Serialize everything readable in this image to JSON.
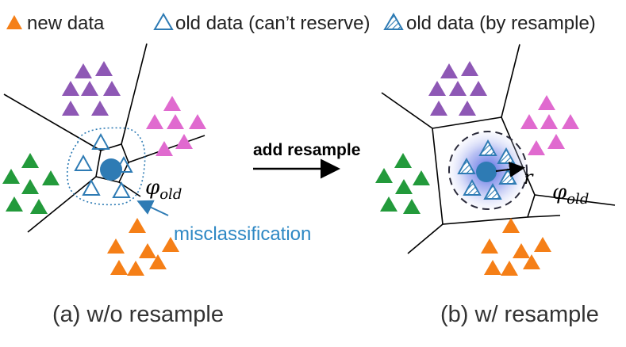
{
  "legend": {
    "new": "new data",
    "old": "old data (can’t reserve)",
    "resampled": "old data (by resample)"
  },
  "arrow_label": "add resample",
  "misclassification_label": "misclassification",
  "phi_label": "φ",
  "phi_subscript": "old",
  "radius_label": "r",
  "captions": {
    "a": "(a) w/o resample",
    "b": "(b) w/ resample"
  },
  "colors": {
    "orange": "#F57F17",
    "purple": "#8E58B5",
    "pink": "#E06ACF",
    "green": "#239A3B",
    "blue": "#2E7BB4",
    "label_blue": "#2E88C4",
    "glow": "#5F72E0"
  }
}
